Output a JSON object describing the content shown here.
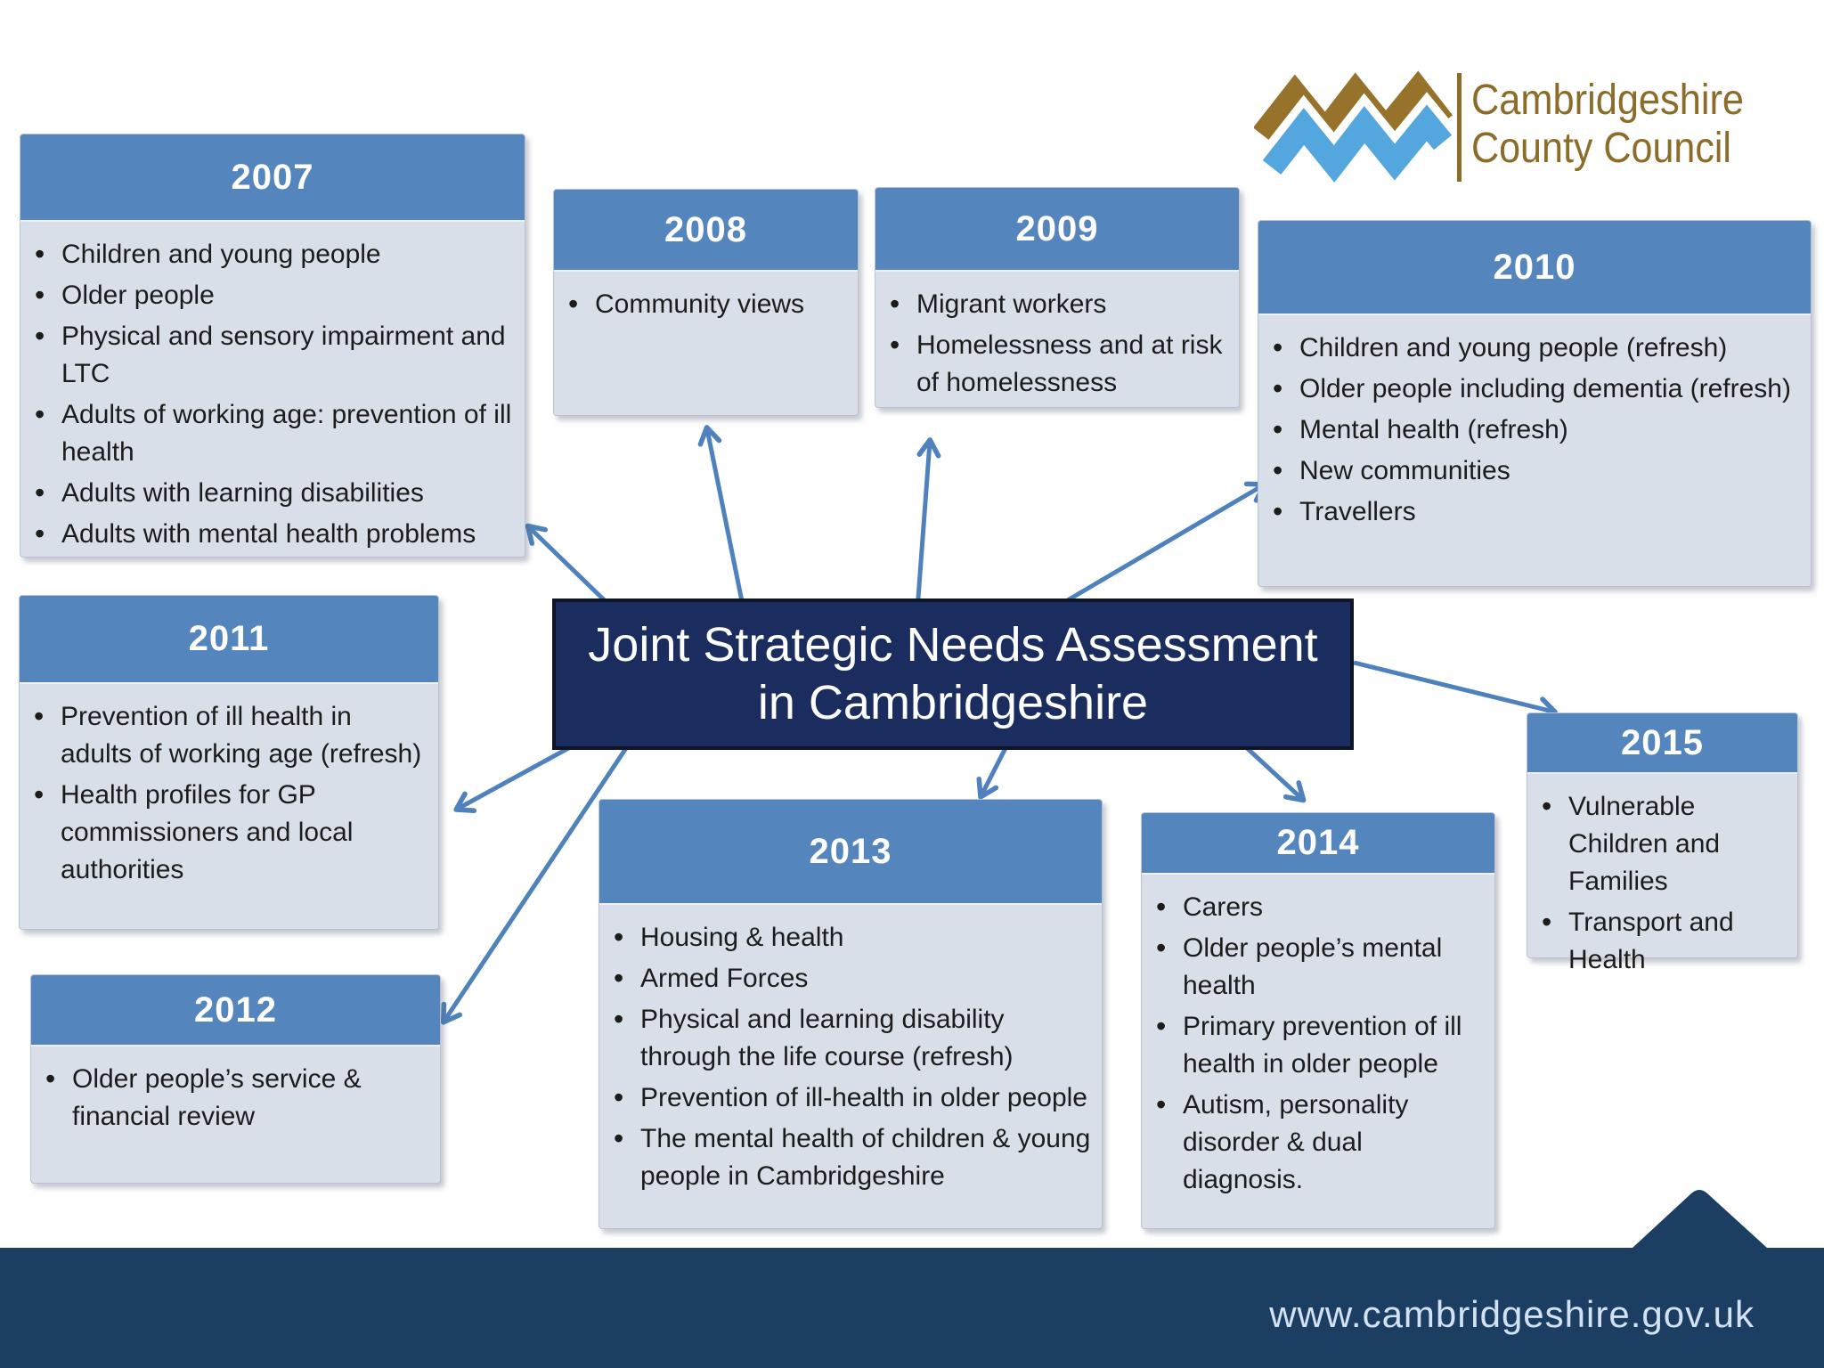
{
  "logo": {
    "line1": "Cambridgeshire",
    "line2": "County Council"
  },
  "center": {
    "title_line1": "Joint Strategic Needs Assessment",
    "title_line2": "in Cambridgeshire"
  },
  "footer": {
    "url": "www.cambridgeshire.gov.uk"
  },
  "boxes": [
    {
      "year": "2007",
      "items": [
        "Children and young people",
        "Older people",
        "Physical and sensory impairment and LTC",
        "Adults of working age: prevention of ill health",
        "Adults with learning disabilities",
        "Adults with mental health problems"
      ]
    },
    {
      "year": "2008",
      "items": [
        "Community views"
      ]
    },
    {
      "year": "2009",
      "items": [
        "Migrant workers",
        "Homelessness and at risk of homelessness"
      ]
    },
    {
      "year": "2010",
      "items": [
        "Children and young people (refresh)",
        "Older people including dementia (refresh)",
        "Mental health (refresh)",
        "New communities",
        "Travellers"
      ]
    },
    {
      "year": "2011",
      "items": [
        "Prevention of ill health in adults of working age (refresh)",
        "Health profiles for GP commissioners and local authorities"
      ]
    },
    {
      "year": "2012",
      "items": [
        "Older people’s service & financial review"
      ]
    },
    {
      "year": "2013",
      "items": [
        "Housing & health",
        "Armed Forces",
        "Physical and learning disability through the life course (refresh)",
        "Prevention of ill-health in older people",
        "The mental health of children & young people in Cambridgeshire"
      ]
    },
    {
      "year": "2014",
      "items": [
        "Carers",
        "Older people’s mental health",
        "Primary prevention of ill health in older people",
        "Autism, personality disorder & dual diagnosis."
      ]
    },
    {
      "year": "2015",
      "items": [
        "Vulnerable Children and Families",
        "Transport and Health"
      ]
    }
  ],
  "colors": {
    "header_blue": "#5585bd",
    "body_bg": "#d9dfe9",
    "box_border": "#b9c3d1",
    "text_dark": "#1c1c1c",
    "center_bg": "#1b2d5f",
    "center_border": "#0e1526",
    "title_text": "#ffffff",
    "year_text": "#ffffff",
    "arrow": "#4f81bd",
    "footer_bg": "#1c3e63",
    "footer_text": "#d3e2f2",
    "logo_brown": "#97722b",
    "logo_text_brown": "#8b6c29",
    "logo_blue": "#54a7de"
  }
}
